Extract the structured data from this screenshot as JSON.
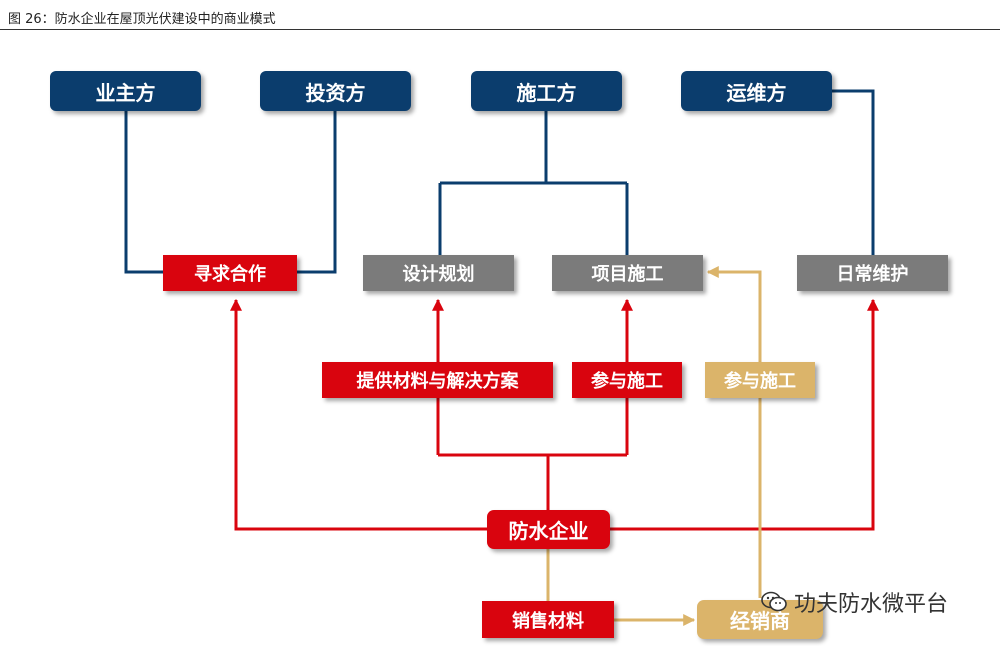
{
  "figure_title": "图 26：防水企业在屋顶光伏建设中的商业模式",
  "colors": {
    "navy": "#0b3d6d",
    "red": "#d9040e",
    "gray": "#7b7b7b",
    "gold": "#dbb46a"
  },
  "nodes": {
    "owner": "业主方",
    "investor": "投资方",
    "constructor": "施工方",
    "operator": "运维方",
    "seek_cooperation": "寻求合作",
    "design_planning": "设计规划",
    "project_construction": "项目施工",
    "daily_maintenance": "日常维护",
    "provide_materials": "提供材料与解决方案",
    "participate_red": "参与施工",
    "participate_gold": "参与施工",
    "waterproof_company": "防水企业",
    "sell_materials": "销售材料",
    "distributor": "经销商"
  },
  "watermark": {
    "icon": "wechat-icon",
    "text": "功夫防水微平台"
  }
}
